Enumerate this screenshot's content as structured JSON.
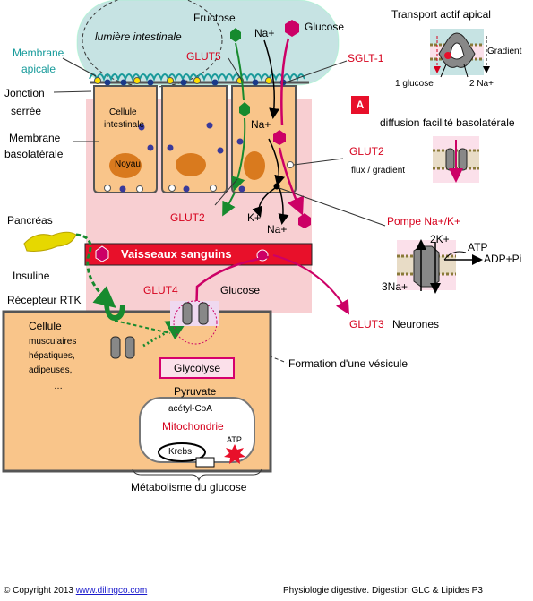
{
  "labels": {
    "lumen": "lumière intestinale",
    "fructose": "Fructose",
    "glucose_top": "Glucose",
    "na_top": "Na+",
    "glut5": "GLUT5",
    "sglt1": "SGLT-1",
    "membrane_apicale_1": "Membrane",
    "membrane_apicale_2": "apicale",
    "jonction_1": "Jonction",
    "jonction_2": "serrée",
    "membrane_baso_1": "Membrane",
    "membrane_baso_2": "basolatérale",
    "cellule_1": "Cellule",
    "cellule_2": "intestinale",
    "noyau": "Noyau",
    "na_mid": "Na+",
    "glut2": "GLUT2",
    "k_plus": "K+",
    "na_low": "Na+",
    "glut2_cell": "GLUT2",
    "pancreas": "Pancréas",
    "insuline": "Insuline",
    "vaisseaux": "Vaisseaux sanguins",
    "recepteur": "Récepteur RTK",
    "glut4": "GLUT4",
    "glucose_mid": "Glucose",
    "glut3": "GLUT3",
    "neurones": "Neurones",
    "cellule_musc": "Cellule",
    "musc_1": "musculaires",
    "musc_2": "hépatiques,",
    "musc_3": "adipeuses,",
    "musc_4": "…",
    "glycolyse": "Glycolyse",
    "vesicule": "Formation d'une vésicule",
    "pyruvate": "Pyruvate",
    "acetyl": "acétyl-CoA",
    "mito": "Mitochondrie",
    "krebs": "Krebs",
    "atp_mito": "ATP",
    "metabolisme": "Métabolisme du glucose"
  },
  "right_panel": {
    "title_apical": "Transport actif apical",
    "gradient": "Gradient",
    "one_glucose": "1 glucose",
    "two_na": "2 Na+",
    "badge": "A",
    "diffusion": "diffusion facilité basolatérale",
    "glut2": "GLUT2",
    "flux": "flux / gradient",
    "pompe": "Pompe Na+/K+",
    "two_k": "2K+",
    "atp": "ATP",
    "adp": "ADP+Pi",
    "three_na": "3Na+"
  },
  "footer": {
    "copyright": "© Copyright 2013",
    "url": "www.dilingco.com",
    "right": "Physiologie digestive. Digestion GLC & Lipides P3"
  },
  "colors": {
    "glucose": "#cc0066",
    "fructose": "#178a2e",
    "cell": "#f9c58a",
    "vessel": "#e8102a",
    "lumen": "#bfe0e0"
  }
}
